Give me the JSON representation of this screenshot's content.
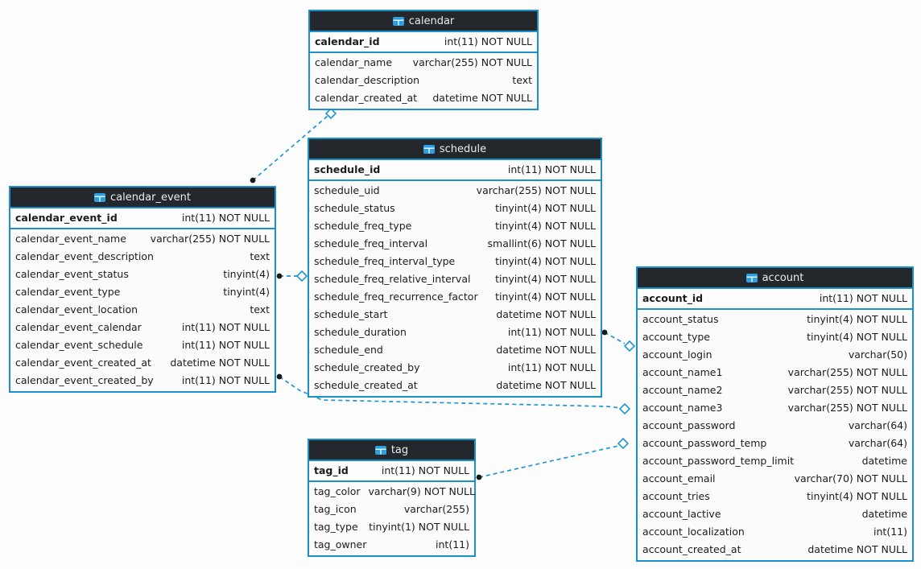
{
  "diagram": {
    "tables": [
      {
        "name": "calendar",
        "primary_key": {
          "name": "calendar_id",
          "type": "int(11) NOT NULL"
        },
        "columns": [
          {
            "name": "calendar_name",
            "type": "varchar(255) NOT NULL"
          },
          {
            "name": "calendar_description",
            "type": "text"
          },
          {
            "name": "calendar_created_at",
            "type": "datetime NOT NULL"
          }
        ]
      },
      {
        "name": "schedule",
        "primary_key": {
          "name": "schedule_id",
          "type": "int(11) NOT NULL"
        },
        "columns": [
          {
            "name": "schedule_uid",
            "type": "varchar(255) NOT NULL"
          },
          {
            "name": "schedule_status",
            "type": "tinyint(4) NOT NULL"
          },
          {
            "name": "schedule_freq_type",
            "type": "tinyint(4) NOT NULL"
          },
          {
            "name": "schedule_freq_interval",
            "type": "smallint(6) NOT NULL"
          },
          {
            "name": "schedule_freq_interval_type",
            "type": "tinyint(4) NOT NULL"
          },
          {
            "name": "schedule_freq_relative_interval",
            "type": "tinyint(4) NOT NULL"
          },
          {
            "name": "schedule_freq_recurrence_factor",
            "type": "tinyint(4) NOT NULL"
          },
          {
            "name": "schedule_start",
            "type": "datetime NOT NULL"
          },
          {
            "name": "schedule_duration",
            "type": "int(11) NOT NULL"
          },
          {
            "name": "schedule_end",
            "type": "datetime NOT NULL"
          },
          {
            "name": "schedule_created_by",
            "type": "int(11) NOT NULL"
          },
          {
            "name": "schedule_created_at",
            "type": "datetime NOT NULL"
          }
        ]
      },
      {
        "name": "calendar_event",
        "primary_key": {
          "name": "calendar_event_id",
          "type": "int(11) NOT NULL"
        },
        "columns": [
          {
            "name": "calendar_event_name",
            "type": "varchar(255) NOT NULL"
          },
          {
            "name": "calendar_event_description",
            "type": "text"
          },
          {
            "name": "calendar_event_status",
            "type": "tinyint(4)"
          },
          {
            "name": "calendar_event_type",
            "type": "tinyint(4)"
          },
          {
            "name": "calendar_event_location",
            "type": "text"
          },
          {
            "name": "calendar_event_calendar",
            "type": "int(11) NOT NULL"
          },
          {
            "name": "calendar_event_schedule",
            "type": "int(11) NOT NULL"
          },
          {
            "name": "calendar_event_created_at",
            "type": "datetime NOT NULL"
          },
          {
            "name": "calendar_event_created_by",
            "type": "int(11) NOT NULL"
          }
        ]
      },
      {
        "name": "account",
        "primary_key": {
          "name": "account_id",
          "type": "int(11) NOT NULL"
        },
        "columns": [
          {
            "name": "account_status",
            "type": "tinyint(4) NOT NULL"
          },
          {
            "name": "account_type",
            "type": "tinyint(4) NOT NULL"
          },
          {
            "name": "account_login",
            "type": "varchar(50)"
          },
          {
            "name": "account_name1",
            "type": "varchar(255) NOT NULL"
          },
          {
            "name": "account_name2",
            "type": "varchar(255) NOT NULL"
          },
          {
            "name": "account_name3",
            "type": "varchar(255) NOT NULL"
          },
          {
            "name": "account_password",
            "type": "varchar(64)"
          },
          {
            "name": "account_password_temp",
            "type": "varchar(64)"
          },
          {
            "name": "account_password_temp_limit",
            "type": "datetime"
          },
          {
            "name": "account_email",
            "type": "varchar(70) NOT NULL"
          },
          {
            "name": "account_tries",
            "type": "tinyint(4) NOT NULL"
          },
          {
            "name": "account_lactive",
            "type": "datetime"
          },
          {
            "name": "account_localization",
            "type": "int(11)"
          },
          {
            "name": "account_created_at",
            "type": "datetime NOT NULL"
          }
        ]
      },
      {
        "name": "tag",
        "primary_key": {
          "name": "tag_id",
          "type": "int(11) NOT NULL"
        },
        "columns": [
          {
            "name": "tag_color",
            "type": "varchar(9) NOT NULL"
          },
          {
            "name": "tag_icon",
            "type": "varchar(255)"
          },
          {
            "name": "tag_type",
            "type": "tinyint(1) NOT NULL"
          },
          {
            "name": "tag_owner",
            "type": "int(11)"
          }
        ]
      }
    ],
    "relationships": [
      {
        "from": "calendar_event",
        "to": "calendar"
      },
      {
        "from": "calendar_event",
        "to": "schedule"
      },
      {
        "from": "schedule",
        "to": "account"
      },
      {
        "from": "calendar_event",
        "to": "account"
      },
      {
        "from": "tag",
        "to": "account"
      }
    ],
    "colors": {
      "table_border": "#1b90cb",
      "header_bg": "#24282c",
      "header_text": "#ececec",
      "row_bg": "#fbfbfb",
      "row_text": "#1c1c1c",
      "relationship_line": "#1f96d4",
      "icon_blue": "#2b9fe0"
    }
  }
}
